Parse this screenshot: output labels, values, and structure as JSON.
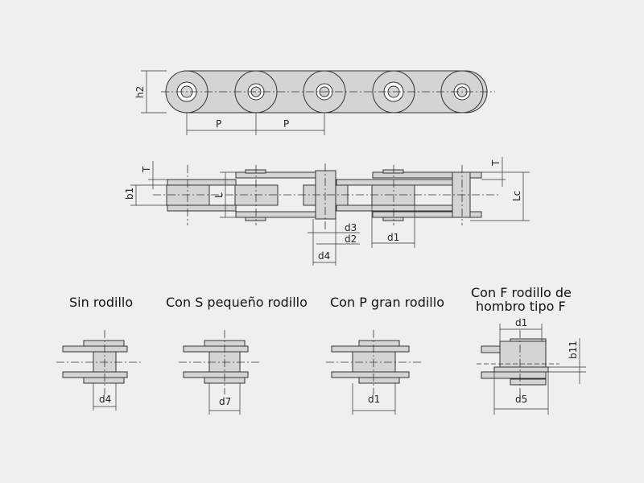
{
  "top_view": {
    "labels": {
      "h2": "h2",
      "p1": "P",
      "p2": "P"
    }
  },
  "side_view": {
    "labels": {
      "T_left": "T",
      "T_right": "T",
      "b1": "b1",
      "L": "L",
      "Lc": "Lc",
      "d3": "d3",
      "d2": "d2",
      "d1": "d1",
      "d4": "d4"
    }
  },
  "variants": [
    {
      "title": "Sin rodillo",
      "dim": "d4"
    },
    {
      "title": "Con S pequeño rodillo",
      "dim": "d7"
    },
    {
      "title": "Con P gran rodillo",
      "dim": "d1"
    },
    {
      "title_line1": "Con F rodillo de",
      "title_line2": "hombro tipo F",
      "dim_top": "d1",
      "dim_bottom": "d5",
      "dim_side": "b11"
    }
  ]
}
